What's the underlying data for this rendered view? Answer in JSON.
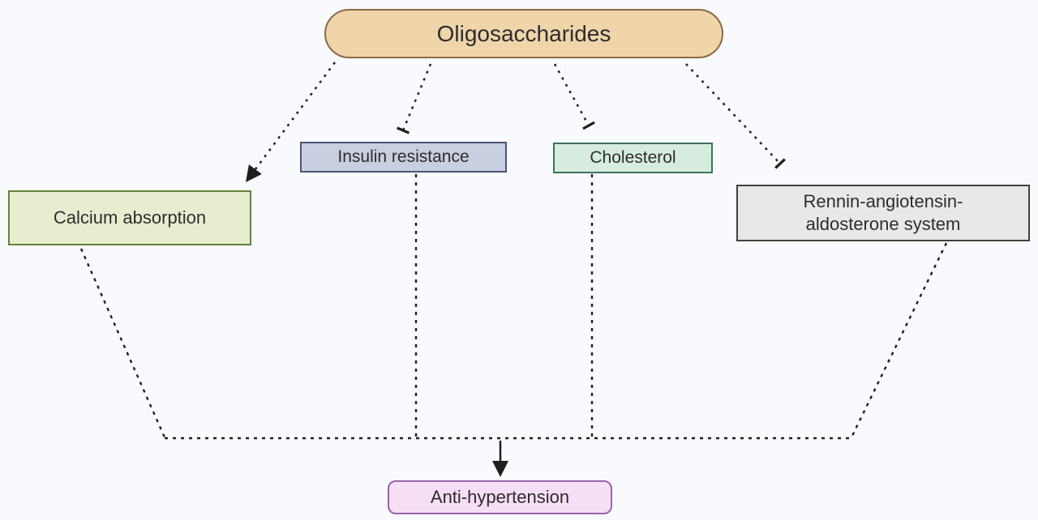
{
  "diagram": {
    "title": "Oligosaccharides anti-hypertension mechanism diagram",
    "background_color": "#f9fafd",
    "line_color": "#1f1f1f",
    "nodes": {
      "oligosaccharides": {
        "label": "Oligosaccharides",
        "shape": "pill",
        "fill": "#f0d5ab",
        "border": "#8a6a45"
      },
      "insulin_resistance": {
        "label": "Insulin resistance",
        "shape": "rect",
        "fill": "#c9cee1",
        "border": "#4a5578"
      },
      "cholesterol": {
        "label": "Cholesterol",
        "shape": "rect",
        "fill": "#d6ecdf",
        "border": "#3c7260"
      },
      "calcium_absorption": {
        "label": "Calcium absorption",
        "shape": "rect",
        "fill": "#e7eed0",
        "border": "#66823b"
      },
      "rennin_system": {
        "label_lines": [
          "Rennin-angiotensin-",
          "aldosterone system"
        ],
        "label": "Rennin-angiotensin-aldosterone system",
        "shape": "rect",
        "fill": "#e8e8e8",
        "border": "#404040"
      },
      "anti_hypertension": {
        "label": "Anti-hypertension",
        "shape": "rounded-rect",
        "fill": "#f6def5",
        "border": "#9a63ad"
      }
    },
    "edges": [
      {
        "from": "oligosaccharides",
        "to": "calcium_absorption",
        "style": "dashed",
        "tip": "arrowhead",
        "meaning": "promotes"
      },
      {
        "from": "oligosaccharides",
        "to": "insulin_resistance",
        "style": "dashed",
        "tip": "inhibition-bar",
        "meaning": "inhibits"
      },
      {
        "from": "oligosaccharides",
        "to": "cholesterol",
        "style": "dashed",
        "tip": "inhibition-bar",
        "meaning": "inhibits"
      },
      {
        "from": "oligosaccharides",
        "to": "rennin_system",
        "style": "dashed",
        "tip": "inhibition-bar",
        "meaning": "inhibits"
      },
      {
        "from": "calcium_absorption,insulin_resistance,cholesterol,rennin_system",
        "to": "anti_hypertension",
        "style": "dashed-converging-then-solid-arrow",
        "tip": "arrowhead",
        "meaning": "leads to"
      }
    ]
  }
}
